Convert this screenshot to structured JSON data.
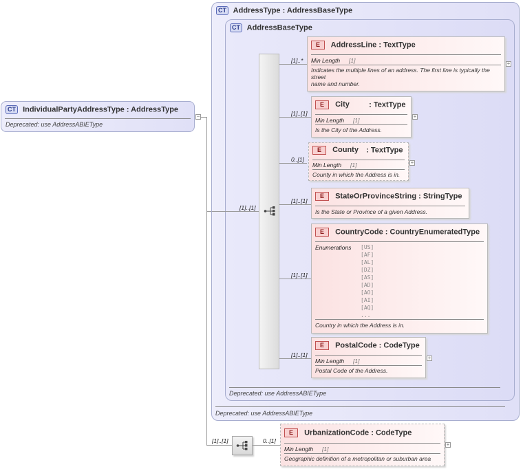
{
  "root": {
    "icon": "CT",
    "name": "IndividualPartyAddressType",
    "type": "AddressType",
    "note": "Deprecated: use AddressABIEType",
    "collapse": "−"
  },
  "address_type": {
    "icon": "CT",
    "name": "AddressType",
    "type": "AddressBaseType",
    "note": "Deprecated: use AddressABIEType"
  },
  "address_base_type": {
    "icon": "CT",
    "name": "AddressBaseType",
    "note": "Deprecated: use AddressABIEType",
    "sequence_cardinality": "[1]..[1]"
  },
  "elements": [
    {
      "icon": "E",
      "name": "AddressLine",
      "type": "TextType",
      "cardinality": "[1]..*",
      "facet_label": "Min Length",
      "facet_value": "[1]",
      "doc": "Indicates the multiple lines of an address. The first line is typically the street\nname and number.",
      "expander": "+"
    },
    {
      "icon": "E",
      "name": "City",
      "type": "TextType",
      "cardinality": "[1]..[1]",
      "facet_label": "Min Length",
      "facet_value": "[1]",
      "doc": "Is the City of the Address.",
      "expander": "+"
    },
    {
      "icon": "E",
      "name": "County",
      "type": "TextType",
      "cardinality": "0..[1]",
      "facet_label": "Min Length",
      "facet_value": "[1]",
      "doc": "County in which the Address is in.",
      "expander": "+"
    },
    {
      "icon": "E",
      "name": "StateOrProvinceString",
      "type": "StringType",
      "cardinality": "[1]..[1]",
      "doc": "Is the State or Province of a given Address."
    },
    {
      "icon": "E",
      "name": "CountryCode",
      "type": "CountryEnumeratedType",
      "cardinality": "[1]..[1]",
      "enum_label": "Enumerations",
      "enumerations": [
        "[US]",
        "[AF]",
        "[AL]",
        "[DZ]",
        "[AS]",
        "[AD]",
        "[AO]",
        "[AI]",
        "[AQ]",
        "..."
      ],
      "doc": "Country in which the Address is in."
    },
    {
      "icon": "E",
      "name": "PostalCode",
      "type": "CodeType",
      "cardinality": "[1]..[1]",
      "facet_label": "Min Length",
      "facet_value": "[1]",
      "doc": "Postal Code of the Address.",
      "expander": "+"
    }
  ],
  "outer_sequence": {
    "cardinality": "[1]..[1]"
  },
  "urbanization": {
    "icon": "E",
    "name": "UrbanizationCode",
    "type": "CodeType",
    "cardinality": "0..[1]",
    "facet_label": "Min Length",
    "facet_value": "[1]",
    "doc": "Geographic definition of a metropolitan or suburban area",
    "expander": "+"
  },
  "colors": {
    "complex_type_bg": "#e3e3f8",
    "element_bg": "#fbe2e2",
    "connector": "#9a9a9a"
  }
}
